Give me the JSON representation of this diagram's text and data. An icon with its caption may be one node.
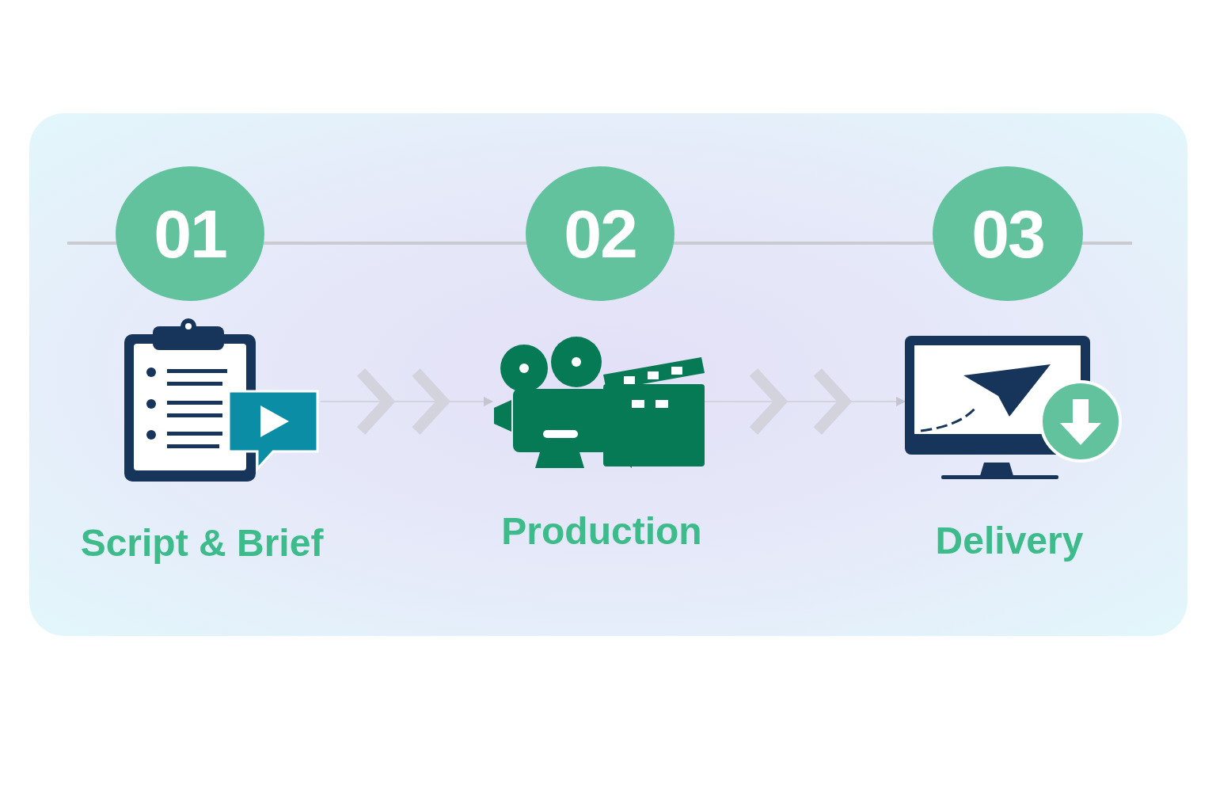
{
  "diagram": {
    "nodes": [
      {
        "text": [
          "01"
        ]
      },
      {
        "text": [
          "02"
        ]
      },
      {
        "text": [
          "03"
        ]
      },
      {
        "text": [],
        "shape": "picture",
        "beside": [
          "Script & Brief"
        ]
      },
      {
        "text": [],
        "shape": "picture",
        "beside": [
          "Production"
        ]
      },
      {
        "text": [],
        "shape": "picture",
        "beside": [
          "Delivery"
        ]
      }
    ],
    "edges": [
      {
        "from": null,
        "to": 0,
        "arrow": "none"
      },
      {
        "from": 0,
        "to": 1,
        "arrow": "none"
      },
      {
        "from": 1,
        "to": 2,
        "arrow": "none"
      },
      {
        "from": 2,
        "to": null,
        "arrow": "none"
      },
      {
        "from": 3,
        "to": 4,
        "arrow": "to"
      },
      {
        "from": 4,
        "to": 5,
        "arrow": "to"
      }
    ]
  }
}
